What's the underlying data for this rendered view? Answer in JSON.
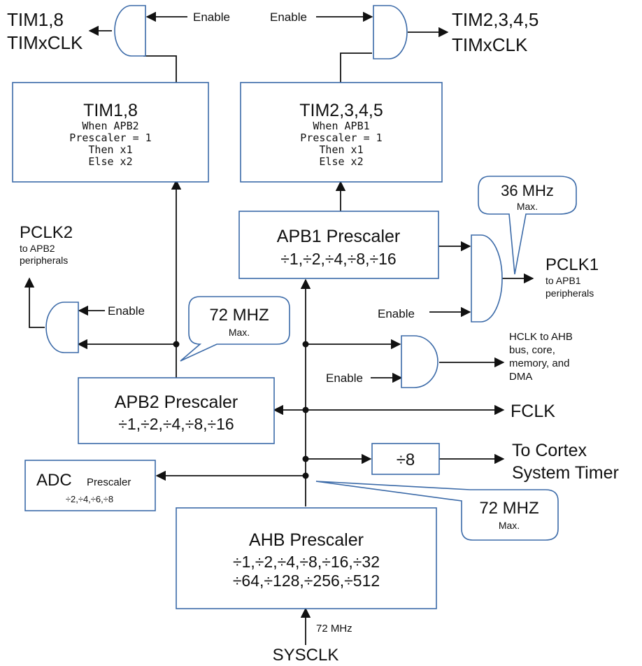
{
  "tim18_out": [
    "TIM1,8",
    "TIMxCLK"
  ],
  "tim2345_out": [
    "TIM2,3,4,5",
    "TIMxCLK"
  ],
  "enable_label": "Enable",
  "tim18_box": {
    "title": "TIM1,8",
    "lines": [
      "When APB2",
      "Prescaler = 1",
      "Then x1",
      "Else x2"
    ]
  },
  "tim2345_box": {
    "title": "TIM2,3,4,5",
    "lines": [
      "When APB1",
      "Prescaler = 1",
      "Then x1",
      "Else x2"
    ]
  },
  "callout_36": {
    "value": "36 MHz",
    "sub": "Max."
  },
  "callout_72_apb2": {
    "value": "72 MHZ",
    "sub": "Max."
  },
  "callout_72_ahb": {
    "value": "72 MHZ",
    "sub": "Max."
  },
  "apb1": {
    "title": "APB1 Prescaler",
    "divs": "÷1,÷2,÷4,÷8,÷16"
  },
  "apb2": {
    "title": "APB2 Prescaler",
    "divs": "÷1,÷2,÷4,÷8,÷16"
  },
  "pclk2": {
    "title": "PCLK2",
    "sub": [
      "to APB2",
      "peripherals"
    ]
  },
  "pclk1": {
    "title": "PCLK1",
    "sub": [
      "to APB1",
      "peripherals"
    ]
  },
  "hclk": [
    "HCLK to AHB",
    "bus, core,",
    "memory, and",
    "DMA"
  ],
  "fclk": "FCLK",
  "div8": "÷8",
  "cortex": [
    "To Cortex",
    "System Timer"
  ],
  "adc": {
    "title": "ADC",
    "prescaler": "Prescaler",
    "divs": "÷2,÷4,÷6,÷8"
  },
  "ahb": {
    "title": "AHB Prescaler",
    "divs1": "÷1,÷2,÷4,÷8,÷16,÷32",
    "divs2": "÷64,÷128,÷256,÷512"
  },
  "sysclk": {
    "label": "SYSCLK",
    "freq": "72 MHz"
  }
}
